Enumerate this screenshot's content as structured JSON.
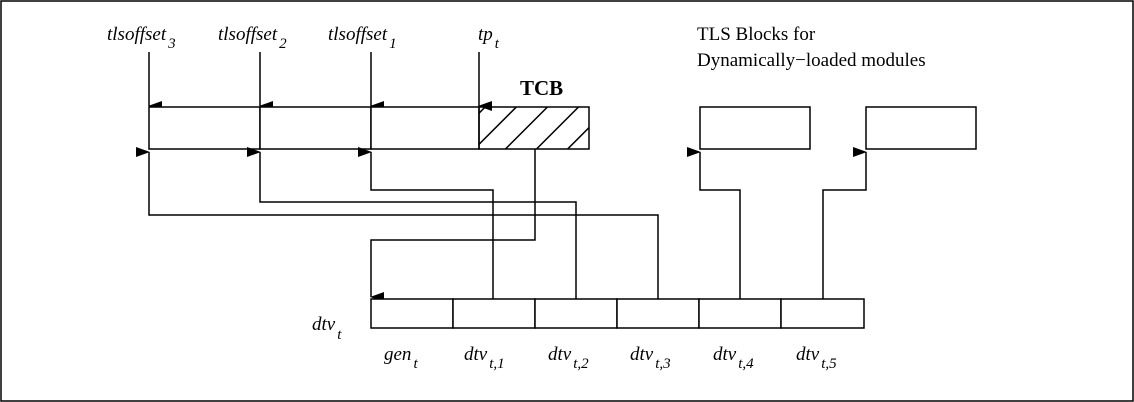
{
  "diagram": {
    "title_lines": [
      "TLS Blocks for",
      "Dynamically−loaded modules"
    ],
    "tcb_label": "TCB",
    "top_labels": [
      {
        "base": "tlsoffset",
        "sub": "3"
      },
      {
        "base": "tlsoffset",
        "sub": "2"
      },
      {
        "base": "tlsoffset",
        "sub": "1"
      },
      {
        "base": "tp",
        "sub": "t"
      }
    ],
    "dtv_label": {
      "base": "dtv",
      "sub": "t"
    },
    "dtv_cells": [
      {
        "base": "gen",
        "sub": "t"
      },
      {
        "base": "dtv",
        "sub": "t,1"
      },
      {
        "base": "dtv",
        "sub": "t,2"
      },
      {
        "base": "dtv",
        "sub": "t,3"
      },
      {
        "base": "dtv",
        "sub": "t,4"
      },
      {
        "base": "dtv",
        "sub": "t,5"
      }
    ]
  }
}
